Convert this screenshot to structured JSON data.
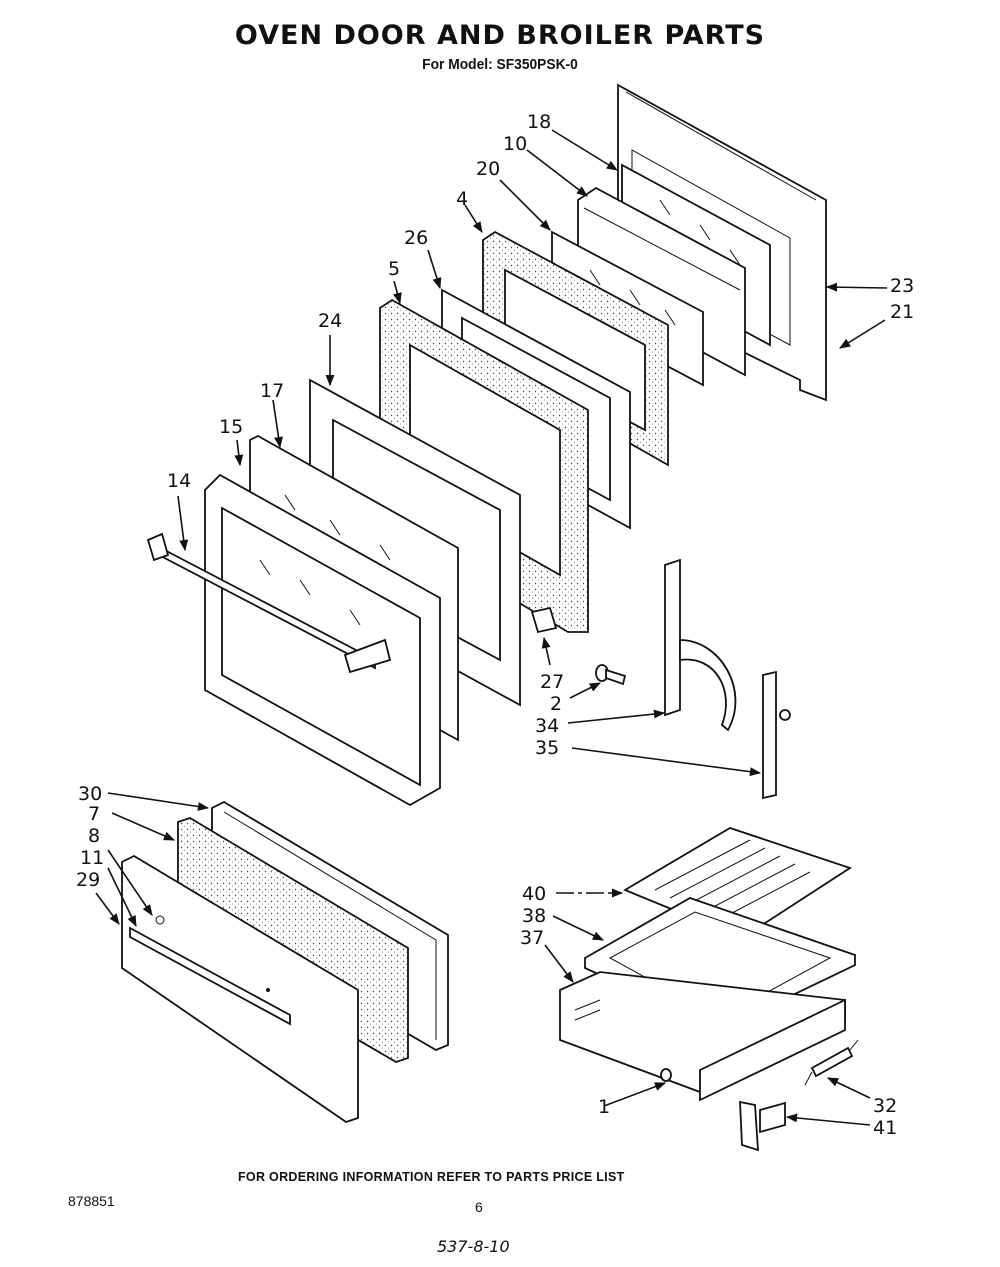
{
  "header": {
    "title": "OVEN DOOR AND BROILER PARTS",
    "subtitle": "For Model: SF350PSK-0"
  },
  "diagram": {
    "callouts": [
      {
        "id": "c18",
        "label": "18"
      },
      {
        "id": "c10",
        "label": "10"
      },
      {
        "id": "c20",
        "label": "20"
      },
      {
        "id": "c4",
        "label": "4"
      },
      {
        "id": "c26",
        "label": "26"
      },
      {
        "id": "c5",
        "label": "5"
      },
      {
        "id": "c24",
        "label": "24"
      },
      {
        "id": "c17",
        "label": "17"
      },
      {
        "id": "c15",
        "label": "15"
      },
      {
        "id": "c14",
        "label": "14"
      },
      {
        "id": "c23",
        "label": "23"
      },
      {
        "id": "c21",
        "label": "21"
      },
      {
        "id": "c27",
        "label": "27"
      },
      {
        "id": "c2",
        "label": "2"
      },
      {
        "id": "c34",
        "label": "34"
      },
      {
        "id": "c35",
        "label": "35"
      },
      {
        "id": "c30",
        "label": "30"
      },
      {
        "id": "c7",
        "label": "7"
      },
      {
        "id": "c8",
        "label": "8"
      },
      {
        "id": "c11",
        "label": "11"
      },
      {
        "id": "c29",
        "label": "29"
      },
      {
        "id": "c40",
        "label": "40"
      },
      {
        "id": "c38",
        "label": "38"
      },
      {
        "id": "c37",
        "label": "37"
      },
      {
        "id": "c1",
        "label": "1"
      },
      {
        "id": "c32",
        "label": "32"
      },
      {
        "id": "c41",
        "label": "41"
      }
    ]
  },
  "footer": {
    "note": "FOR ORDERING INFORMATION REFER TO PARTS PRICE LIST",
    "doc_number": "878851",
    "page_number": "6",
    "handwritten": "537-8-10"
  }
}
